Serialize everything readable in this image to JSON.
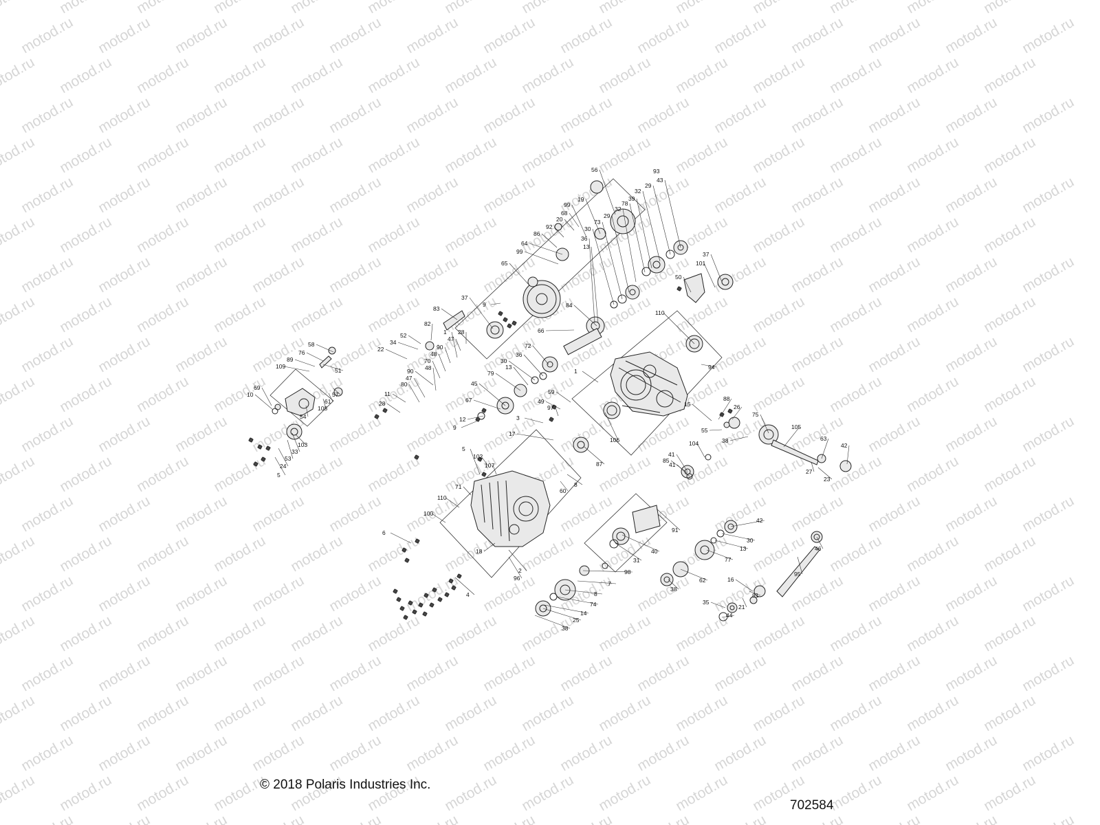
{
  "watermark": {
    "text": "motod.ru"
  },
  "footer": {
    "copyright": "© 2018 Polaris Industries Inc.",
    "drawing_number": "702584"
  },
  "callouts": {
    "upper_assembly": [
      "56",
      "93",
      "19",
      "99",
      "68",
      "20",
      "92",
      "86",
      "64",
      "99",
      "65",
      "37",
      "9",
      "43",
      "29",
      "32",
      "39",
      "78",
      "32",
      "29",
      "73",
      "30",
      "36",
      "13",
      "84",
      "66",
      "72",
      "36",
      "30",
      "13",
      "79",
      "45",
      "67",
      "12",
      "9",
      "83",
      "82",
      "52",
      "34",
      "22",
      "28",
      "47",
      "1",
      "90",
      "48",
      "70",
      "90",
      "48",
      "47",
      "80",
      "11",
      "28"
    ],
    "shift_assembly": [
      "58",
      "76",
      "89",
      "109",
      "51",
      "69",
      "10",
      "57",
      "61",
      "108",
      "54",
      "103",
      "33",
      "53",
      "24",
      "5"
    ],
    "center_housing": [
      "59",
      "49",
      "97",
      "3",
      "17",
      "5",
      "102",
      "107",
      "87",
      "8",
      "60",
      "71",
      "110",
      "100",
      "6",
      "18",
      "2",
      "96",
      "4",
      "1",
      "110",
      "94",
      "106",
      "37",
      "101",
      "50",
      "88",
      "15",
      "26",
      "75",
      "55",
      "38",
      "105",
      "63",
      "42",
      "27",
      "23",
      "104",
      "41",
      "85",
      "41"
    ],
    "lower_gears": [
      "91",
      "40",
      "31",
      "98",
      "7",
      "8",
      "74",
      "14",
      "25",
      "38",
      "42",
      "30",
      "13",
      "77",
      "62",
      "38",
      "46",
      "95",
      "16",
      "81",
      "21",
      "35",
      "44"
    ]
  },
  "icons": [
    "gear",
    "bearing",
    "shaft",
    "bolt",
    "housing",
    "washer"
  ]
}
